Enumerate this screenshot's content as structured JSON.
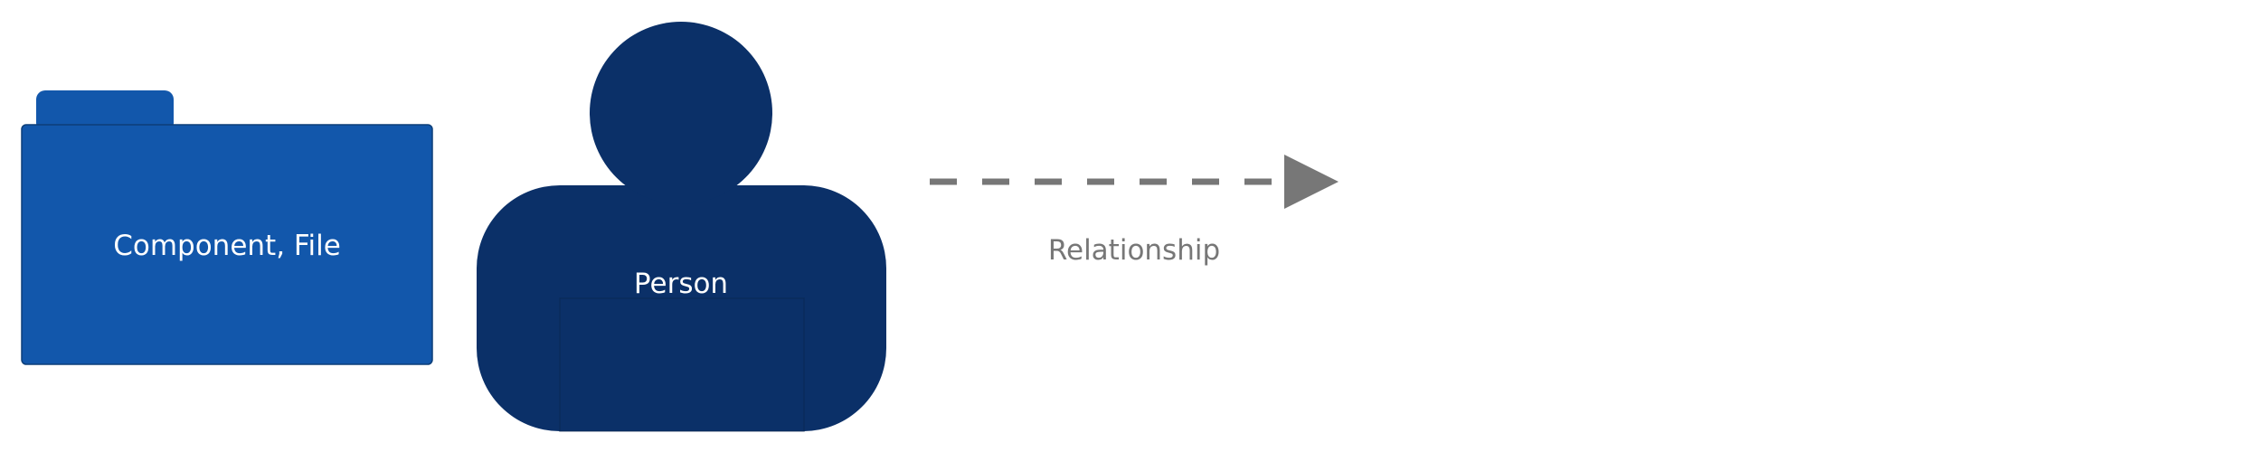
{
  "legend": {
    "component_file": {
      "label": "Component, File",
      "fill_color": "#1257ab",
      "stroke_color": "#0d3f79"
    },
    "person": {
      "label": "Person",
      "fill_color": "#0b3068",
      "stroke_color": "#08244d"
    },
    "relationship": {
      "label": "Relationship",
      "line_style": "dashed",
      "color": "#777777",
      "arrowhead": "triangle"
    }
  }
}
